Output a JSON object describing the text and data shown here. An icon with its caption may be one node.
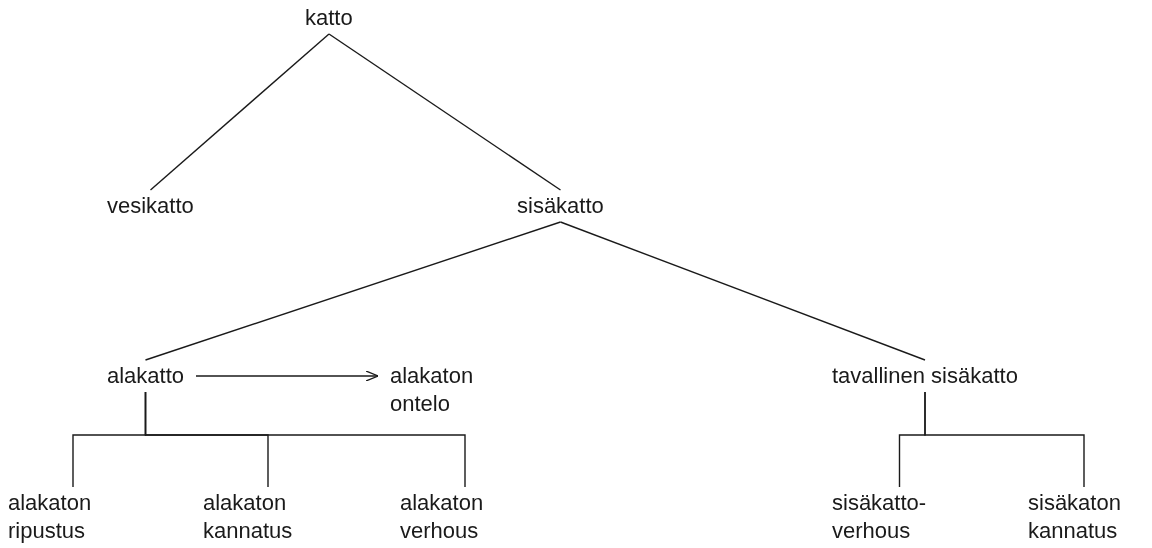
{
  "diagram": {
    "nodes": [
      {
        "text": [
          "katto"
        ]
      },
      {
        "text": [
          "vesikatto"
        ]
      },
      {
        "text": [
          "sisäkatto"
        ]
      },
      {
        "text": [
          "alakatto"
        ]
      },
      {
        "text": [
          "alakaton ontelo"
        ]
      },
      {
        "text": [
          "tavallinen sisäkatto"
        ]
      },
      {
        "text": [
          "alakaton ripustus"
        ]
      },
      {
        "text": [
          "alakaton kannatus"
        ]
      },
      {
        "text": [
          "alakaton verhous"
        ]
      },
      {
        "text": [
          "sisäkatto- verhous"
        ]
      },
      {
        "text": [
          "sisäkaton kannatus"
        ]
      }
    ],
    "edges": [
      {
        "from": 0,
        "to": 1,
        "arrow": "none"
      },
      {
        "from": 0,
        "to": 2,
        "arrow": "none"
      },
      {
        "from": 2,
        "to": 3,
        "arrow": "none"
      },
      {
        "from": 2,
        "to": 5,
        "arrow": "none"
      },
      {
        "from": 3,
        "to": 4,
        "arrow": "to"
      },
      {
        "from": 3,
        "to": 6,
        "arrow": "none"
      },
      {
        "from": 3,
        "to": 7,
        "arrow": "none"
      },
      {
        "from": 3,
        "to": 8,
        "arrow": "none"
      },
      {
        "from": 5,
        "to": 9,
        "arrow": "none"
      },
      {
        "from": 5,
        "to": 10,
        "arrow": "none"
      }
    ]
  }
}
